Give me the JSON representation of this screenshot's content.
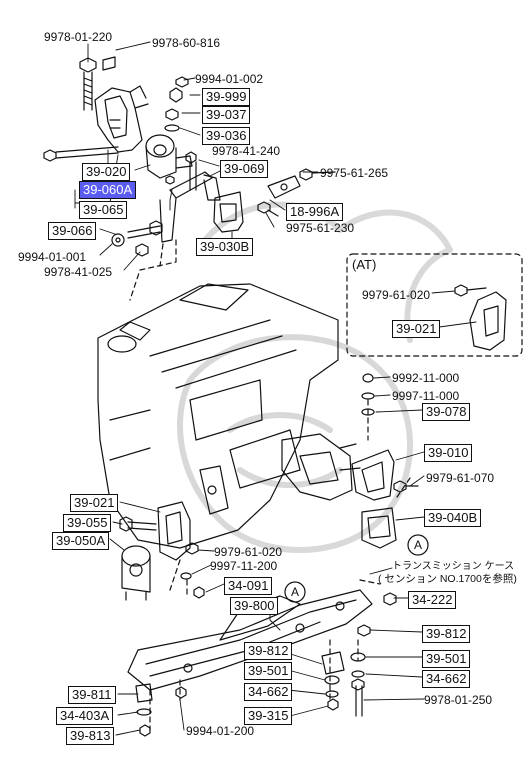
{
  "colors": {
    "line": "#111111",
    "highlight": "#5b5cf0",
    "ghost": "#c8c8c8"
  },
  "labels": {
    "p1": "9978-01-220",
    "p2": "9978-60-816",
    "p3": "9994-01-002",
    "p4": "39-999",
    "p5": "39-037",
    "p6": "39-036",
    "p7": "9978-41-240",
    "p8": "39-069",
    "p9": "39-020",
    "p10": "39-060A",
    "p11": "39-065",
    "p12": "9975-61-265",
    "p13": "18-996A",
    "p14": "9975-61-230",
    "p15": "39-066",
    "p16": "39-030B",
    "p17": "9994-01-001",
    "p18": "9978-41-025",
    "at": "(AT)",
    "p19": "9979-61-020",
    "p20": "39-021",
    "p21": "9992-11-000",
    "p22": "9997-11-000",
    "p23": "39-078",
    "p24": "39-010",
    "p25": "9979-61-070",
    "p26": "39-040B",
    "p27": "39-021",
    "p28": "39-055",
    "p29": "39-050A",
    "p30": "9979-61-020",
    "p31": "9997-11-200",
    "p32": "34-091",
    "p33": "39-800",
    "p34": "34-222",
    "p35": "39-812",
    "p36": "39-501",
    "p37": "34-662",
    "p38": "9978-01-250",
    "p39": "39-812",
    "p40": "39-501",
    "p41": "34-662",
    "p42": "39-315",
    "p43": "39-811",
    "p44": "34-403A",
    "p45": "39-813",
    "p46": "9994-01-200",
    "ref_a1": "A",
    "ref_a2": "A",
    "note1": "トランスミッション ケース",
    "note2": "( センション NO.1700を参照)"
  }
}
